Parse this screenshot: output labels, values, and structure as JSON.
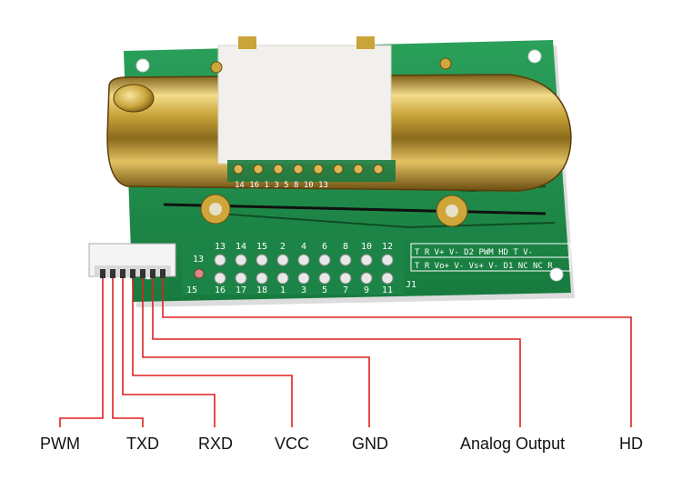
{
  "labels": {
    "pwm": "PWM",
    "txd": "TXD",
    "rxd": "RXD",
    "vcc": "VCC",
    "gnd": "GND",
    "analog": "Analog Output",
    "hd": "HD"
  },
  "silkscreen": {
    "row_top": [
      "13",
      "14",
      "15",
      "2",
      "4",
      "6",
      "8",
      "10",
      "12"
    ],
    "row_bottom": [
      "16",
      "17",
      "18",
      "1",
      "3",
      "5",
      "7",
      "9",
      "11"
    ],
    "left_top": "13",
    "left_bottom": "15",
    "j1": "J1",
    "table_row1": "T R V+ V- D2 PWM HD T V-",
    "table_row2": "T R Vo+ V- Vs+ V- D1 NC NC R",
    "sensor_pins": "14 16 1 3 5 8 10 13"
  },
  "colors": {
    "board": "#1f8a4a",
    "gold": "#c9a43a",
    "wire": "#e02020",
    "label_bar": "#f2f0ec"
  }
}
